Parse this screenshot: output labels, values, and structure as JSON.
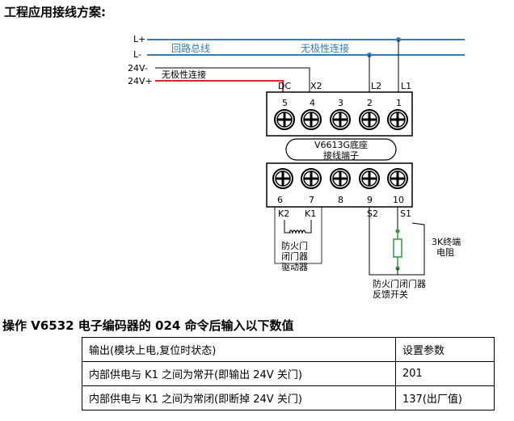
{
  "headings": {
    "wiring_title": "工程应用接线方案:",
    "setup_title": "操作 V6532 电子编码器的 024 命令后输入以下数值"
  },
  "diagram": {
    "bus_labels": {
      "l_plus": "L+",
      "l_minus": "L-",
      "v24_minus": "24V-",
      "v24_plus": "24V+"
    },
    "wire_labels": {
      "loop_bus": "回路总线",
      "nonpolar_top": "无极性连接",
      "nonpolar_left": "无极性连接"
    },
    "top_terminal_labels": [
      "DC",
      "X2",
      "L2",
      "L1"
    ],
    "top_terminal_numbers": [
      "5",
      "4",
      "3",
      "2",
      "1"
    ],
    "base_label": [
      "V6613G底座",
      "接线端子"
    ],
    "bottom_terminal_numbers": [
      "6",
      "7",
      "8",
      "9",
      "10"
    ],
    "bottom_terminal_labels": [
      "K2",
      "K1",
      "S2",
      "S1"
    ],
    "door_closer_driver": [
      "防火门",
      "闭门器",
      "驱动器"
    ],
    "resistor_label": [
      "3K终端",
      "电阻"
    ],
    "feedback_switch": [
      "防火门闭门器",
      "反馈开关"
    ],
    "colors": {
      "blue_wire": "#2b7fc0",
      "red_wire": "#d62a2a",
      "green": "#2e9a3a"
    }
  },
  "table": {
    "header": [
      "输出(模块上电,复位时状态)",
      "设置参数"
    ],
    "rows": [
      [
        "内部供电与 K1 之间为常开(即输出 24V 关门)",
        "201"
      ],
      [
        "内部供电与 K1 之间为常闭(即断掉 24V 关门)",
        "137(出厂值)"
      ]
    ]
  }
}
